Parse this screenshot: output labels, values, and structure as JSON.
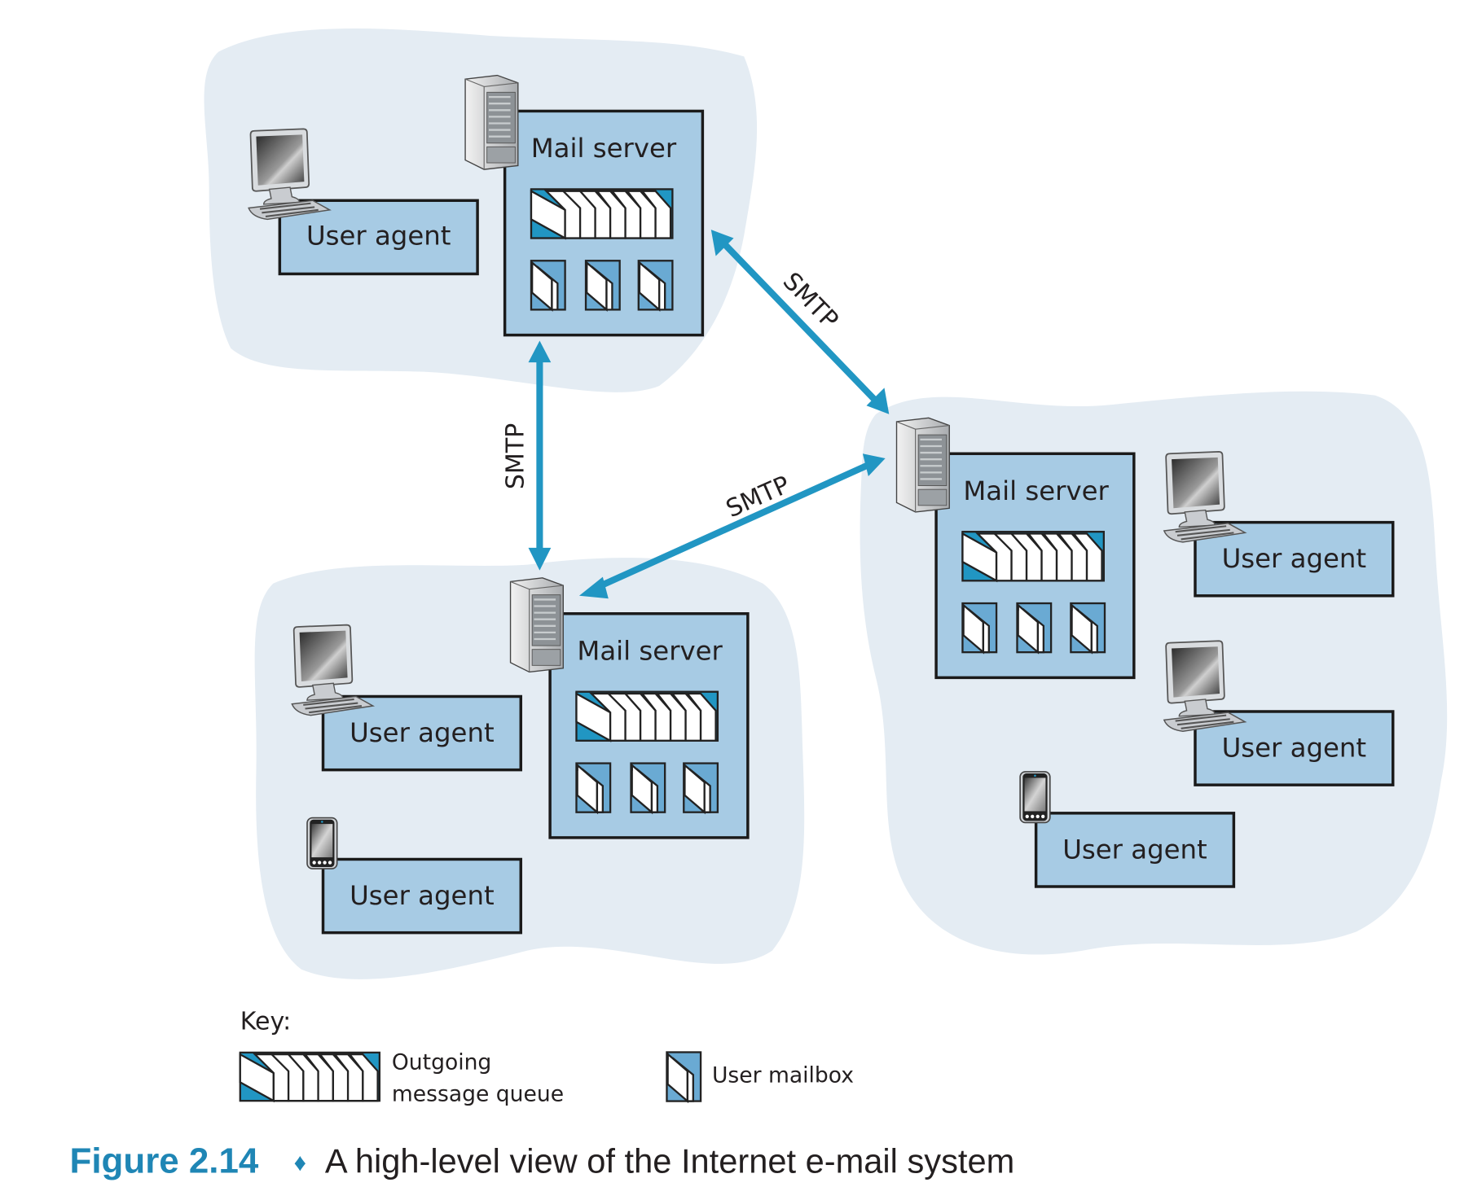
{
  "diagram": {
    "colors": {
      "cloud": "#e4ecf3",
      "box": "#a7cbe4",
      "arrow": "#2196c3",
      "queue_accent": "#2196c3",
      "mailbox_accent": "#6aaad3",
      "caption_accent": "#1f86b5"
    },
    "networks": [
      {
        "id": "top",
        "mail_server": {
          "label": "Mail server",
          "icon": "server-tower-icon",
          "queue_messages": 8,
          "mailboxes": 3
        },
        "user_agents": [
          {
            "label": "User agent",
            "device": "desktop-computer-icon"
          }
        ]
      },
      {
        "id": "bottom-left",
        "mail_server": {
          "label": "Mail server",
          "icon": "server-tower-icon",
          "queue_messages": 8,
          "mailboxes": 3
        },
        "user_agents": [
          {
            "label": "User agent",
            "device": "desktop-computer-icon"
          },
          {
            "label": "User agent",
            "device": "smartphone-icon"
          }
        ]
      },
      {
        "id": "right",
        "mail_server": {
          "label": "Mail server",
          "icon": "server-tower-icon",
          "queue_messages": 8,
          "mailboxes": 3
        },
        "user_agents": [
          {
            "label": "User agent",
            "device": "desktop-computer-icon"
          },
          {
            "label": "User agent",
            "device": "desktop-computer-icon"
          },
          {
            "label": "User agent",
            "device": "smartphone-icon"
          }
        ]
      }
    ],
    "links": [
      {
        "from": "top",
        "to": "bottom-left",
        "label": "SMTP",
        "bidirectional": true
      },
      {
        "from": "top",
        "to": "right",
        "label": "SMTP",
        "bidirectional": true
      },
      {
        "from": "bottom-left",
        "to": "right",
        "label": "SMTP",
        "bidirectional": true
      }
    ]
  },
  "key": {
    "title": "Key:",
    "items": [
      {
        "symbol": "outgoing-queue-icon",
        "label_line1": "Outgoing",
        "label_line2": "message queue"
      },
      {
        "symbol": "user-mailbox-icon",
        "label": "User mailbox"
      }
    ]
  },
  "caption": {
    "number": "Figure 2.14",
    "separator": "♦",
    "text": "A high-level view of the Internet e-mail system"
  }
}
